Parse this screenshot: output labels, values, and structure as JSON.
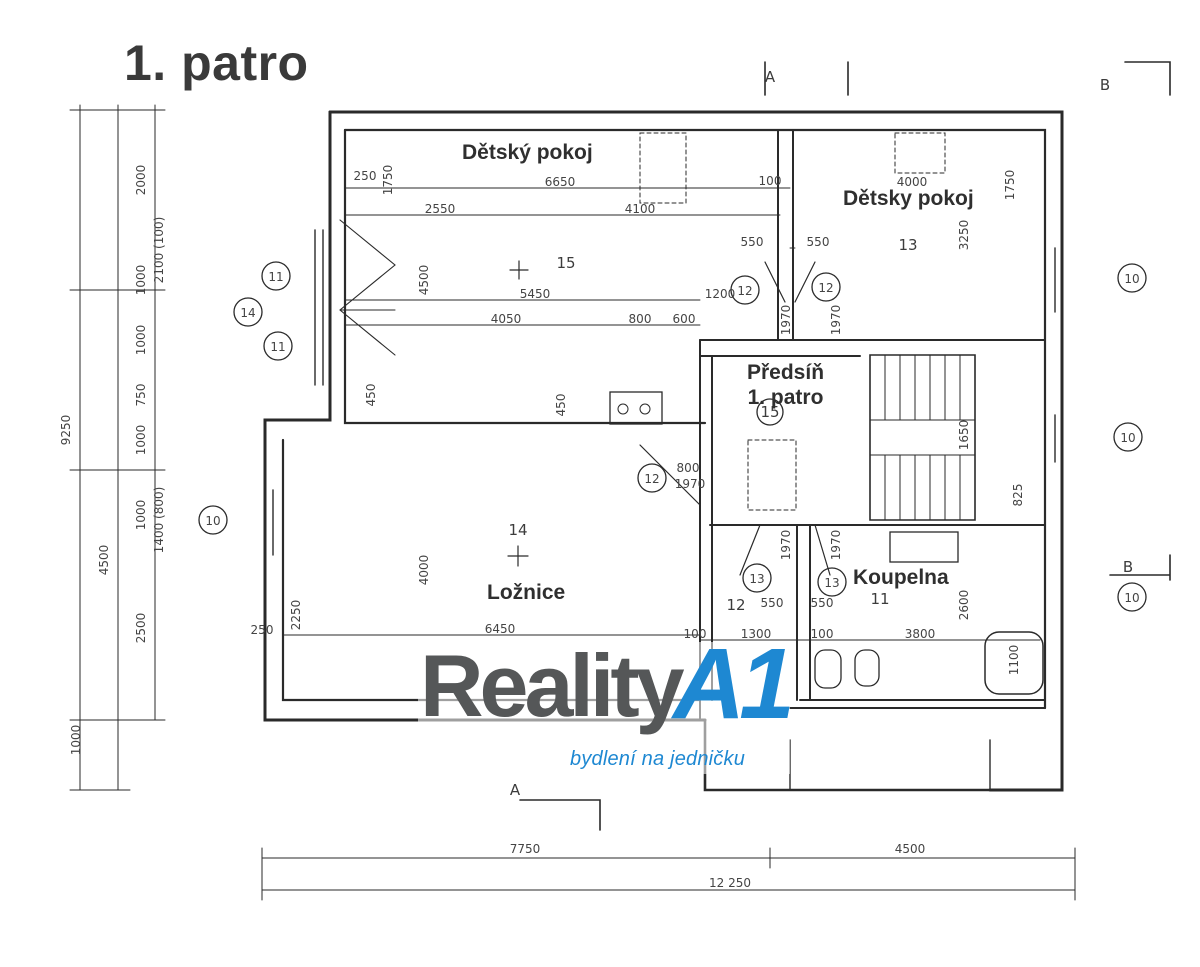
{
  "floor_title": "1. patro",
  "rooms": {
    "child1": "Dětský pokoj",
    "child2": "Dětsky pokoj",
    "hall_l1": "Předsíň",
    "hall_l2": "1. patro",
    "bedroom": "Ložnice",
    "bathroom": "Koupelna"
  },
  "room_numbers": {
    "r15": "15",
    "r13": "13",
    "r15b": "15",
    "r14": "14",
    "r12": "12",
    "r11": "11"
  },
  "dimensions": {
    "d6650": "6650",
    "d4100": "4100",
    "d2550": "2550",
    "d250": "250",
    "d1750": "1750",
    "d4000": "4000",
    "d550": "550",
    "d5450": "5450",
    "d4050": "4050",
    "d800": "800",
    "d600": "600",
    "d1200": "1200",
    "d4500": "4500",
    "d3250": "3250",
    "d6450": "6450",
    "d1300": "1300",
    "d3800": "3800",
    "d2250": "2250",
    "d2600": "2600",
    "d1100": "1100",
    "d7750": "7750",
    "d12250": "12 250",
    "d9250": "9250",
    "d1000": "1000",
    "d2500": "2500",
    "d2000": "2000",
    "d750": "750",
    "d100": "100",
    "d1970": "1970",
    "d1650": "1650",
    "d825": "825",
    "d450": "450",
    "d1400": "1400 (800)",
    "d2100": "2100 (100)"
  },
  "window_tags": [
    "11",
    "14",
    "11",
    "10",
    "10",
    "10",
    "10",
    "12",
    "12",
    "12",
    "13",
    "13"
  ],
  "section_marks": [
    "A",
    "B",
    "A",
    "B"
  ],
  "logo": {
    "word": "Reality",
    "mark": "A1",
    "tagline": "bydlení na jedničku"
  }
}
